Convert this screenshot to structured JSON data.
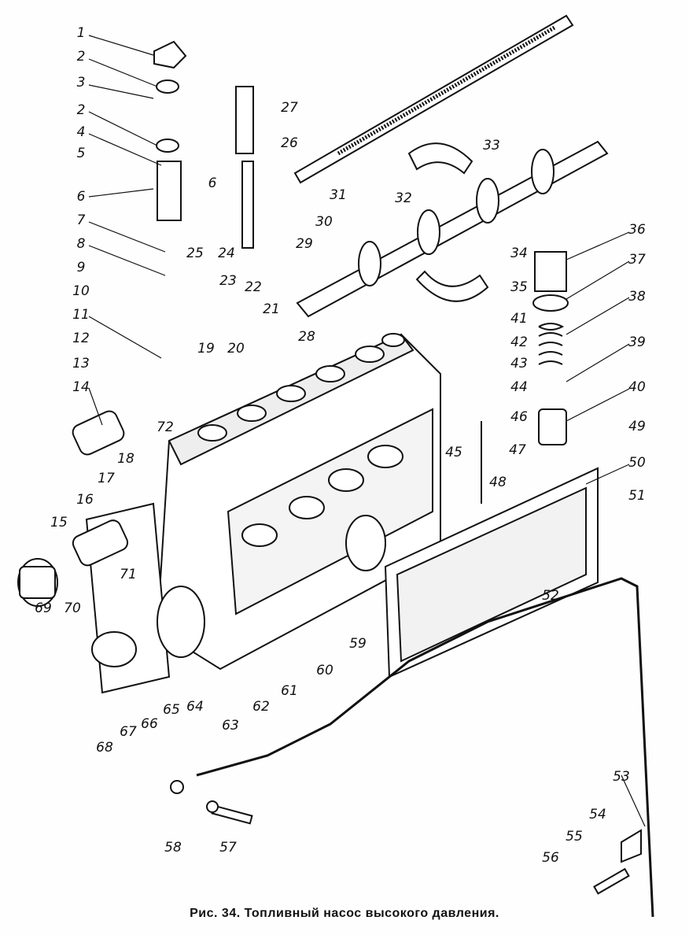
{
  "figure": {
    "caption": "Рис. 34. Топливный насос высокого давления.",
    "labels": [
      "1",
      "2",
      "3",
      "2",
      "4",
      "5",
      "6",
      "7",
      "8",
      "9",
      "10",
      "11",
      "12",
      "13",
      "14",
      "72",
      "18",
      "17",
      "16",
      "15",
      "19",
      "20",
      "23",
      "22",
      "21",
      "6",
      "25",
      "24",
      "27",
      "26",
      "29",
      "30",
      "31",
      "32",
      "33",
      "28",
      "34",
      "35",
      "36",
      "37",
      "38",
      "39",
      "40",
      "41",
      "42",
      "43",
      "44",
      "45",
      "46",
      "47",
      "48",
      "49",
      "50",
      "51",
      "52",
      "59",
      "60",
      "61",
      "62",
      "63",
      "64",
      "65",
      "66",
      "67",
      "68",
      "69",
      "70",
      "71",
      "58",
      "57",
      "53",
      "54",
      "55",
      "56"
    ]
  }
}
